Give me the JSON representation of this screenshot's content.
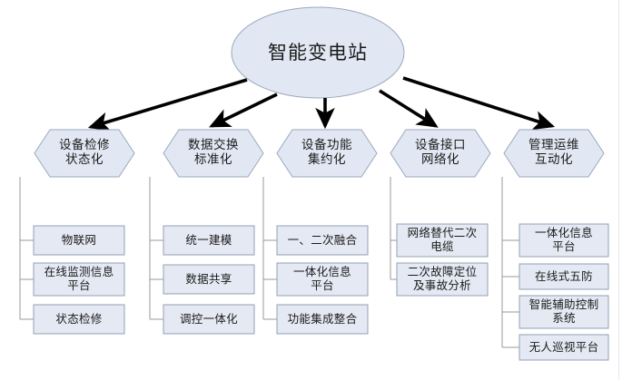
{
  "diagram": {
    "title_node": {
      "label": "智能变电站",
      "shape": "ellipse"
    },
    "colors": {
      "node_fill": "#e2e8f3",
      "node_stroke": "#9aa7bd",
      "leaf_fill": "#e4e9f3",
      "leaf_stroke": "#93a0b5",
      "arrow": "#000000",
      "connector": "#9a9a9a",
      "text": "#1a1a1a",
      "background": "#ffffff",
      "page_edge": "#e8e8ec"
    },
    "branches": [
      {
        "label": "设备检修\n状态化",
        "leaves": [
          {
            "label": "物联网"
          },
          {
            "label": "在线监测信息\n平台"
          },
          {
            "label": "状态检修"
          }
        ]
      },
      {
        "label": "数据交换\n标准化",
        "leaves": [
          {
            "label": "统一建模"
          },
          {
            "label": "数据共享"
          },
          {
            "label": "调控一体化"
          }
        ]
      },
      {
        "label": "设备功能\n集约化",
        "leaves": [
          {
            "label": "一、二次融合"
          },
          {
            "label": "一体化信息\n平台"
          },
          {
            "label": "功能集成整合"
          }
        ]
      },
      {
        "label": "设备接口\n网络化",
        "leaves": [
          {
            "label": "网络替代二次\n电缆"
          },
          {
            "label": "二次故障定位\n及事故分析"
          }
        ]
      },
      {
        "label": "管理运维\n互动化",
        "leaves": [
          {
            "label": "一体化信息\n平台"
          },
          {
            "label": "在线式五防"
          },
          {
            "label": "智能辅助控制\n系统"
          },
          {
            "label": "无人巡视平台"
          }
        ]
      }
    ]
  }
}
